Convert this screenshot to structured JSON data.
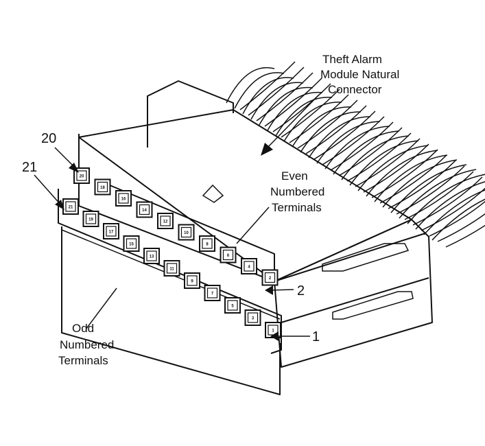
{
  "callouts": {
    "connector_line1": "Theft Alarm",
    "connector_line2": "Module Natural",
    "connector_line3": "Connector",
    "even_line1": "Even",
    "even_line2": "Numbered",
    "even_line3": "Terminals",
    "odd_line1": "Odd",
    "odd_line2": "Numbered",
    "odd_line3": "Terminals"
  },
  "pin_labels": {
    "p20": "20",
    "p21": "21",
    "p2": "2",
    "p1": "1"
  },
  "even_terminals": [
    "20",
    "18",
    "16",
    "14",
    "12",
    "10",
    "8",
    "6",
    "4",
    "2"
  ],
  "odd_terminals": [
    "21",
    "19",
    "17",
    "15",
    "13",
    "11",
    "9",
    "7",
    "5",
    "3",
    "1"
  ]
}
